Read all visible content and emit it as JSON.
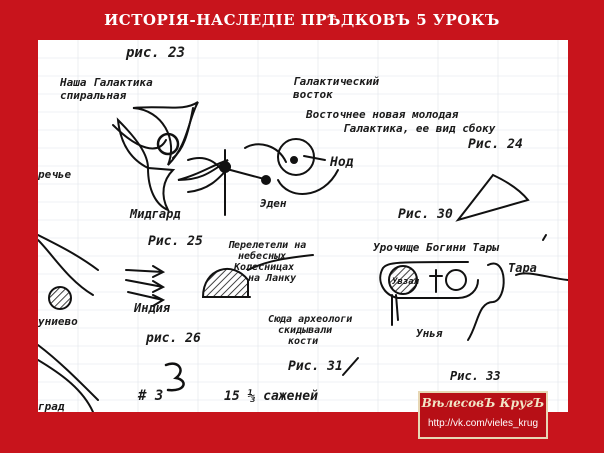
{
  "header": {
    "title": "ИСТОРІЯ-НАСЛЕДІЕ ПРѢДКОВЪ 5 УРОКЪ"
  },
  "sheet": {
    "fig23": {
      "label": "рис. 23",
      "our_galaxy_line1": "Наша Галактика",
      "our_galaxy_line2": "спиральная",
      "galactic_east_line1": "Галактический",
      "galactic_east_line2": "восток",
      "younger_line1": "Восточнее новая молодая",
      "younger_line2": "Галактика, ее вид сбоку",
      "nod": "Нод",
      "midgard": "Мидгард",
      "eden": "Эден",
      "cut_word": "речье"
    },
    "fig24": {
      "label": "Рис. 24"
    },
    "fig25": {
      "label": "Рис. 25",
      "settlers_line1": "Перелетели на",
      "settlers_line2": "небесных",
      "settlers_line3": "Колесницах",
      "settlers_line4": "на Ланку",
      "india": "Индия",
      "cut_word": "униево"
    },
    "fig26": {
      "label": "рис. 26",
      "sign": "# З"
    },
    "fig30": {
      "label": "Рис. 30",
      "tract": "Урочище Богини Тары",
      "tara": "Тара",
      "vezal": "Увзал",
      "archaeologists_line1": "Сюда археологи",
      "archaeologists_line2": "скидывали",
      "archaeologists_line3": "кости",
      "unya": "Унья"
    },
    "fig31": {
      "label": "Рис. 31",
      "sazhen": "15 ⅓ саженей"
    },
    "fig33": {
      "label": "Рис. 33"
    },
    "cut_word_bottom": "град"
  },
  "badge": {
    "title": "ВѣлесовЪ КругЪ",
    "url": "http://vk.com/vieles_krug"
  }
}
